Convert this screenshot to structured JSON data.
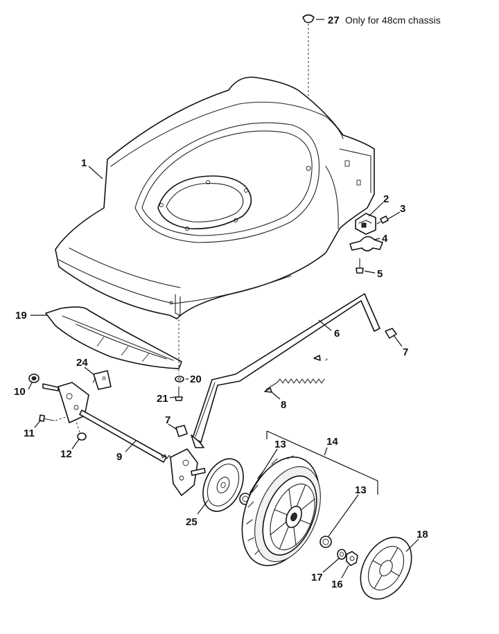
{
  "callouts": [
    {
      "id": "c27",
      "number": "27"
    },
    {
      "id": "c1",
      "number": "1"
    },
    {
      "id": "c2",
      "number": "2"
    },
    {
      "id": "c3",
      "number": "3"
    },
    {
      "id": "c4",
      "number": "4"
    },
    {
      "id": "c5",
      "number": "5"
    },
    {
      "id": "c6",
      "number": "6"
    },
    {
      "id": "c7a",
      "number": "7"
    },
    {
      "id": "c7b",
      "number": "7"
    },
    {
      "id": "c8",
      "number": "8"
    },
    {
      "id": "c9",
      "number": "9"
    },
    {
      "id": "c10",
      "number": "10"
    },
    {
      "id": "c11",
      "number": "11"
    },
    {
      "id": "c12",
      "number": "12"
    },
    {
      "id": "c13a",
      "number": "13"
    },
    {
      "id": "c13b",
      "number": "13"
    },
    {
      "id": "c14",
      "number": "14"
    },
    {
      "id": "c16",
      "number": "16"
    },
    {
      "id": "c17",
      "number": "17"
    },
    {
      "id": "c18",
      "number": "18"
    },
    {
      "id": "c19",
      "number": "19"
    },
    {
      "id": "c20",
      "number": "20"
    },
    {
      "id": "c21",
      "number": "21"
    },
    {
      "id": "c24",
      "number": "24"
    },
    {
      "id": "c25",
      "number": "25"
    }
  ],
  "notes": {
    "part27": "Only for 48cm chassis"
  }
}
